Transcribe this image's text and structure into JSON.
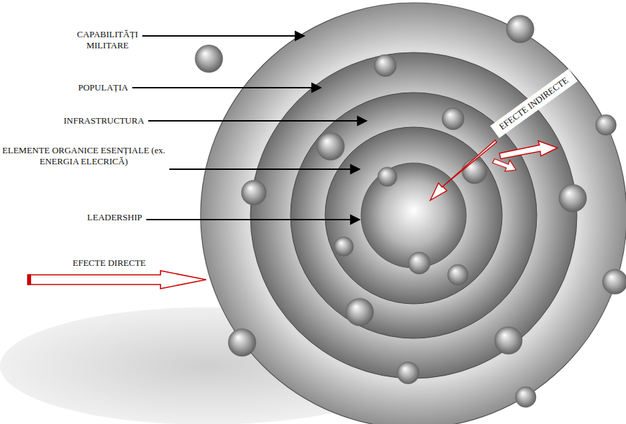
{
  "diagram": {
    "labels": [
      "CAPABILITĂȚI MILITARE",
      "POPULAȚIA",
      "INFRASTRUCTURA",
      "ELEMENTE ORGANICE ESENȚIALE (ex. ENERGIA ELECRICĂ)",
      "LEADERSHIP",
      "EFECTE DIRECTE",
      "EFECTE INDIRECTE"
    ]
  }
}
